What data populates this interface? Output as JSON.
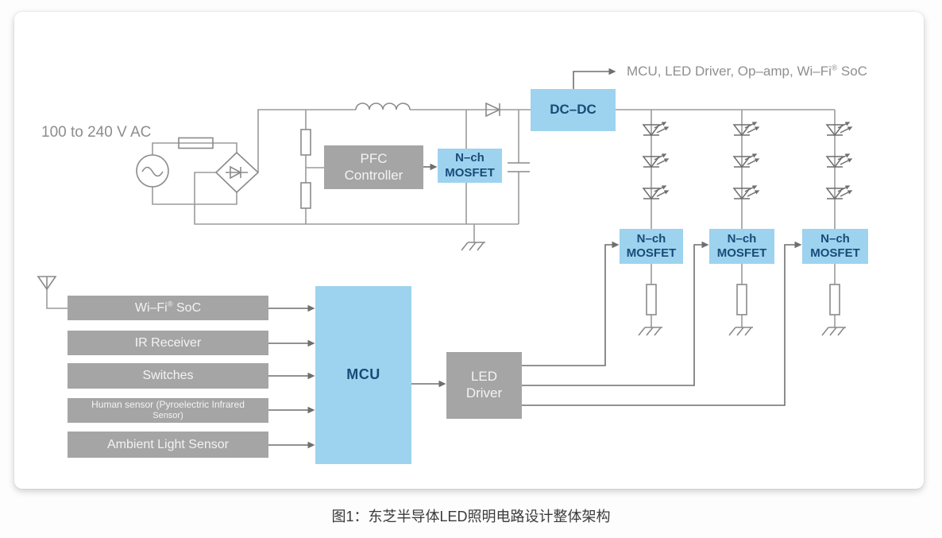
{
  "figure": {
    "caption": "图1：东芝半导体LED照明电路设计整体架构"
  },
  "labels": {
    "ac_input": "100 to 240 V AC",
    "dcdc_out_pre": "MCU, LED Driver, Op–amp, Wi–Fi",
    "dcdc_out_reg": "®",
    "dcdc_out_post": " SoC"
  },
  "power": {
    "pfc": {
      "line1": "PFC",
      "line2": "Controller"
    },
    "mosfet": {
      "line1": "N–ch",
      "line2": "MOSFET"
    },
    "dcdc": {
      "label": "DC–DC"
    }
  },
  "leds": {
    "mosfets": [
      {
        "line1": "N–ch",
        "line2": "MOSFET"
      },
      {
        "line1": "N–ch",
        "line2": "MOSFET"
      },
      {
        "line1": "N–ch",
        "line2": "MOSFET"
      }
    ]
  },
  "control": {
    "mcu": "MCU",
    "led_driver": {
      "line1": "LED",
      "line2": "Driver"
    },
    "sensors": {
      "wifi_pre": "Wi–Fi",
      "wifi_reg": "®",
      "wifi_post": " SoC",
      "ir": "IR Receiver",
      "switches": "Switches",
      "human_line1": "Human sensor (Pyroelectric Infrared",
      "human_line2": "Sensor)",
      "ambient": "Ambient Light Sensor"
    }
  },
  "colors": {
    "accent_blue": "#9dd3ee",
    "block_gray": "#a5a5a5",
    "navy_text": "#1b4a78",
    "wire_gray": "#9b9b9b"
  }
}
